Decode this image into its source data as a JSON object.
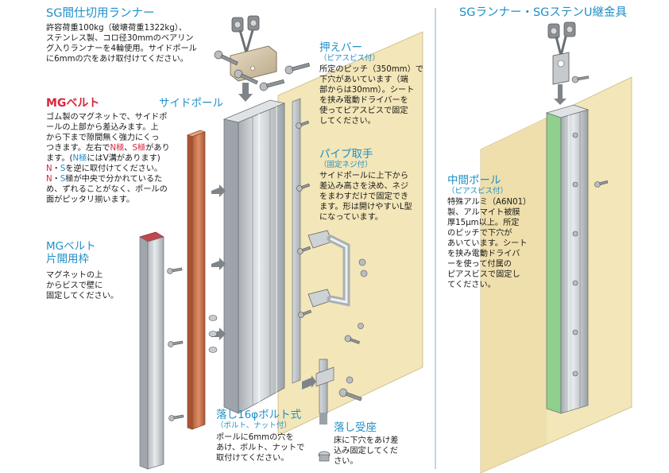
{
  "diagram": {
    "runner": {
      "title": "SG間仕切用ランナー",
      "desc": "許容荷重100kg（破壊荷重1322kg）、\nステンレス製、コロ径30mmのベアリン\nグ入りランナーを4輪使用。サイドポール\nに6mmの穴をあけ取付けてください。"
    },
    "mg_belt": {
      "title": "MGベルト",
      "desc_lines": [
        [
          {
            "t": "ゴム製のマグネットで、サイドポ"
          }
        ],
        [
          {
            "t": "ールの上部から差込みます。上"
          }
        ],
        [
          {
            "t": "から下まで隙間無く強力にくっ"
          }
        ],
        [
          {
            "t": "つきます。左右で"
          },
          {
            "t": "N極",
            "c": "red"
          },
          {
            "t": "、"
          },
          {
            "t": "S極",
            "c": "red"
          },
          {
            "t": "があり"
          }
        ],
        [
          {
            "t": "ます。("
          },
          {
            "t": "N極",
            "c": "blue"
          },
          {
            "t": "にはV溝があります)"
          }
        ],
        [
          {
            "t": "N",
            "c": "red"
          },
          {
            "t": "・"
          },
          {
            "t": "S",
            "c": "blue"
          },
          {
            "t": "を逆に取付けてください。"
          }
        ],
        [
          {
            "t": "N",
            "c": "red"
          },
          {
            "t": "・"
          },
          {
            "t": "S",
            "c": "blue"
          },
          {
            "t": "極が中央で分かれているた"
          }
        ],
        [
          {
            "t": "め、ずれることがなく、ポールの"
          }
        ],
        [
          {
            "t": "面がピッタリ揃います。"
          }
        ]
      ]
    },
    "mg_belt_frame": {
      "title_line1": "MGベルト",
      "title_line2": "片開用枠",
      "desc": "マグネットの上\nからビスで壁に\n固定してください。"
    },
    "side_pole": {
      "title": "サイドポール"
    },
    "press_bar": {
      "title": "押えバー",
      "sub": "（ピアスビス付）",
      "desc": "所定のピッチ（350mm）で\n下穴があいています（端\n部からは30mm）。シート\nを挟み電動ドライバーを\n使ってピアスビスで固定\nしてください。"
    },
    "pipe_handle": {
      "title": "パイプ取手",
      "sub": "（固定ネジ付）",
      "desc": "サイドポールに上下から\n差込み高さを決め、ネジ\nをまわすだけで固定でき\nます。形は開けやすいL型\nになっています。"
    },
    "drop_bolt": {
      "title": "落し16φボルト式",
      "sub": "（ボルト、ナット付）",
      "desc": "ポールに6mmの穴を\nあけ、ボルト、ナットで\n取付けてください。"
    },
    "drop_seat": {
      "title": "落し受座",
      "desc": "床に下穴をあけ差\n込み固定してくだ\nさい。"
    },
    "sg_runner_joint": {
      "title": "SGランナー・SGステンU継金具"
    },
    "middle_pole": {
      "title": "中間ポール",
      "sub": "（ピアスビス付）",
      "desc": "特殊アルミ（A6N01）\n製、アルマイト被膜\n厚15μm以上。所定\nのピッチで下穴が\nあいています。シート\nを挟み電動ドライバ\nーを使って付属の\nピアスビスで固定し\nてください。"
    },
    "colors": {
      "accent": "#1f8fc8",
      "red": "#d8263c",
      "wall": "#f3e6b8",
      "aluminum": "#c9ced2",
      "rubber": "#c8704a"
    }
  }
}
